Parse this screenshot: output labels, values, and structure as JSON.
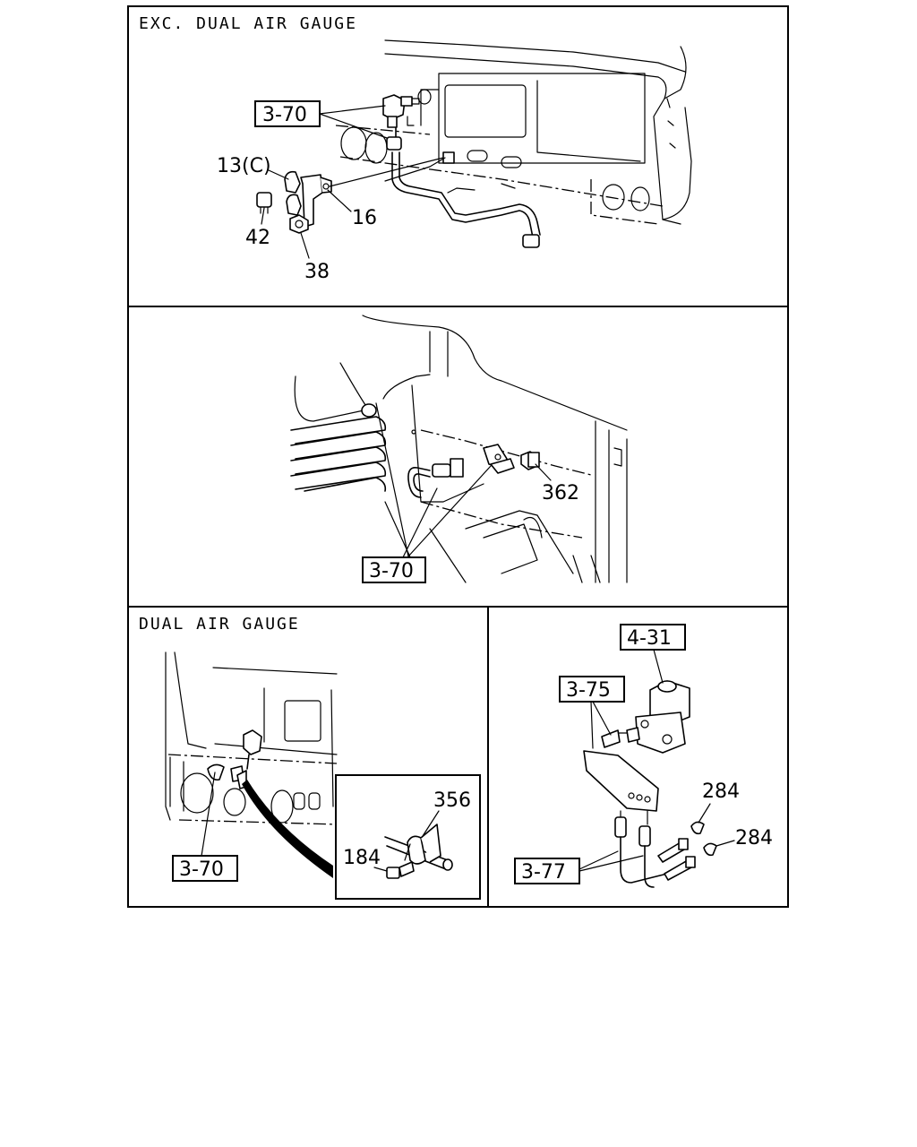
{
  "panels": {
    "exc_dual": {
      "title": "EXC. DUAL AIR GAUGE",
      "refs": [
        "3-70"
      ],
      "parts": [
        "13(C)",
        "42",
        "16",
        "38"
      ]
    },
    "middle": {
      "refs": [
        "3-70"
      ],
      "parts": [
        "362"
      ]
    },
    "dual": {
      "title": "DUAL AIR GAUGE",
      "refs": [
        "3-70"
      ],
      "parts": [
        "356",
        "184"
      ]
    },
    "valve": {
      "refs": [
        "4-31",
        "3-75",
        "3-77"
      ],
      "parts": [
        "284",
        "284"
      ]
    }
  }
}
